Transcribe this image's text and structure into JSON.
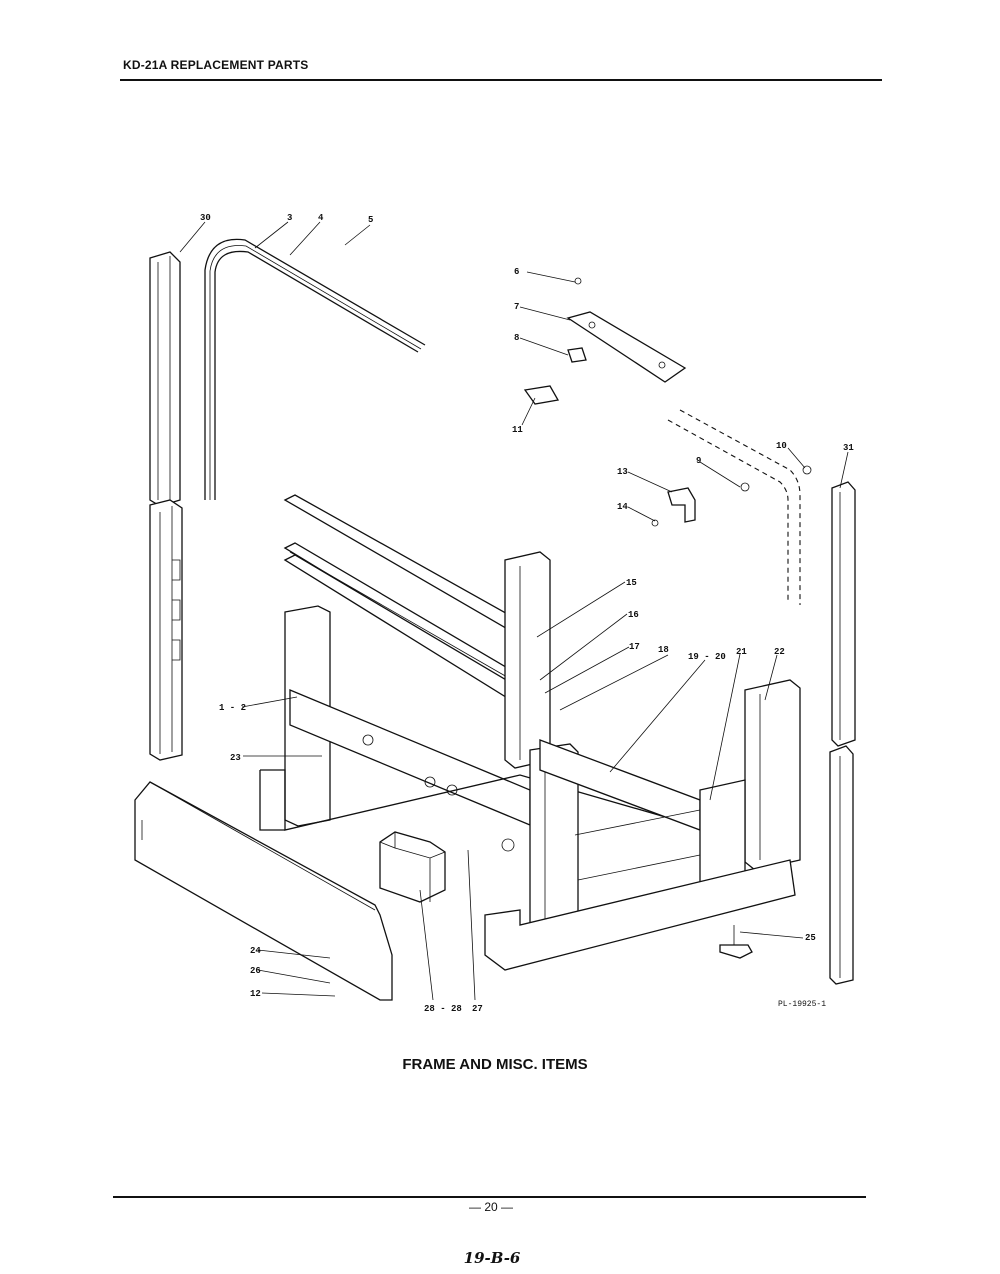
{
  "header": {
    "title": "KD-21A REPLACEMENT PARTS"
  },
  "diagram": {
    "caption": "FRAME AND MISC. ITEMS",
    "plate_id": "PL-19925-1",
    "callouts": [
      "30",
      "3",
      "4",
      "5",
      "6",
      "7",
      "8",
      "11",
      "10",
      "31",
      "9",
      "13",
      "14",
      "15",
      "16",
      "17",
      "18",
      "19 - 20",
      "21",
      "22",
      "1 - 2",
      "23",
      "24",
      "26",
      "12",
      "28 - 28",
      "27",
      "25"
    ]
  },
  "footer": {
    "page_number": "— 20 —",
    "handwritten_note": "19-B-6"
  }
}
